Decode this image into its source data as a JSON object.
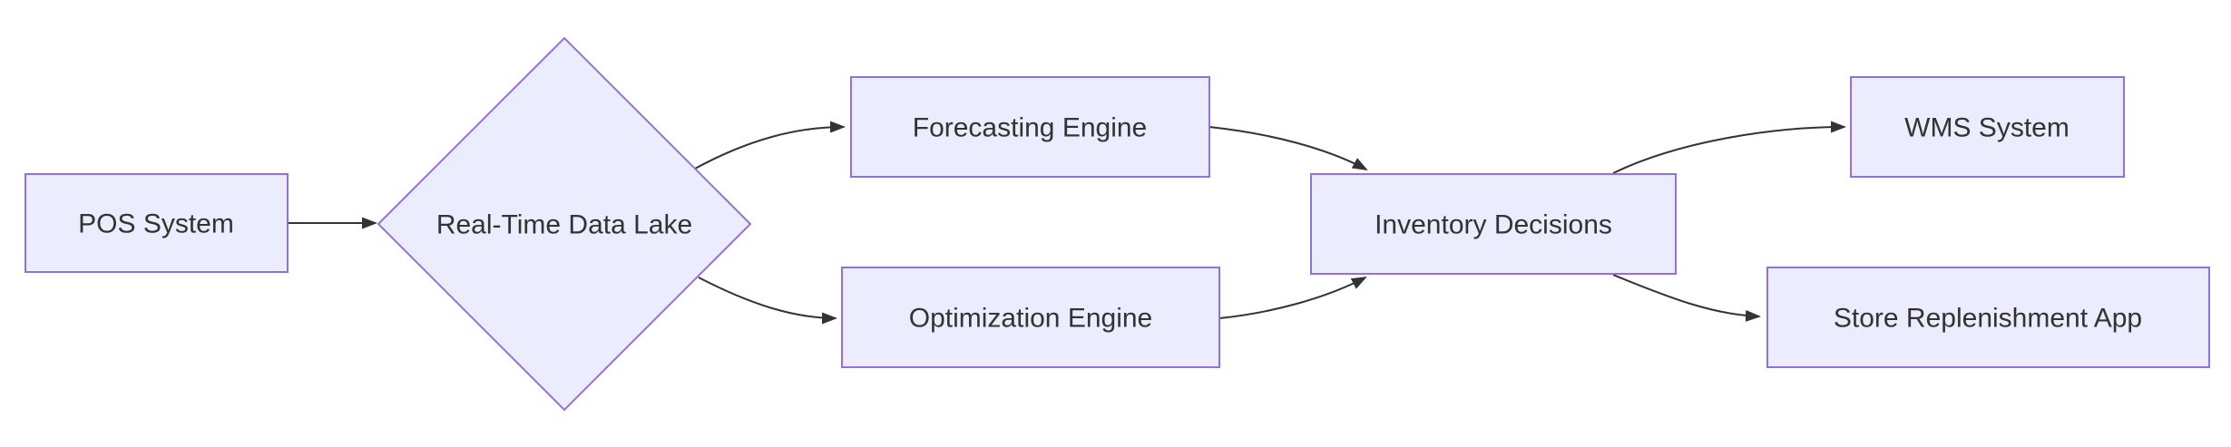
{
  "diagram": {
    "type": "flowchart",
    "direction": "left-to-right",
    "colors": {
      "background": "#ffffff",
      "node_fill": "#ECECFF",
      "node_border": "#9370DB",
      "text_color": "#333333",
      "edge_color": "#333333"
    },
    "nodes": [
      {
        "id": "pos",
        "label": "POS System",
        "shape": "rectangle"
      },
      {
        "id": "lake",
        "label": "Real-Time Data Lake",
        "shape": "diamond"
      },
      {
        "id": "forecast",
        "label": "Forecasting Engine",
        "shape": "rectangle"
      },
      {
        "id": "optimize",
        "label": "Optimization Engine",
        "shape": "rectangle"
      },
      {
        "id": "inventory",
        "label": "Inventory Decisions",
        "shape": "rectangle"
      },
      {
        "id": "wms",
        "label": "WMS System",
        "shape": "rectangle"
      },
      {
        "id": "store",
        "label": "Store Replenishment App",
        "shape": "rectangle"
      }
    ],
    "edges": [
      {
        "from": "pos",
        "to": "lake"
      },
      {
        "from": "lake",
        "to": "forecast"
      },
      {
        "from": "lake",
        "to": "optimize"
      },
      {
        "from": "forecast",
        "to": "inventory"
      },
      {
        "from": "optimize",
        "to": "inventory"
      },
      {
        "from": "inventory",
        "to": "wms"
      },
      {
        "from": "inventory",
        "to": "store"
      }
    ]
  }
}
